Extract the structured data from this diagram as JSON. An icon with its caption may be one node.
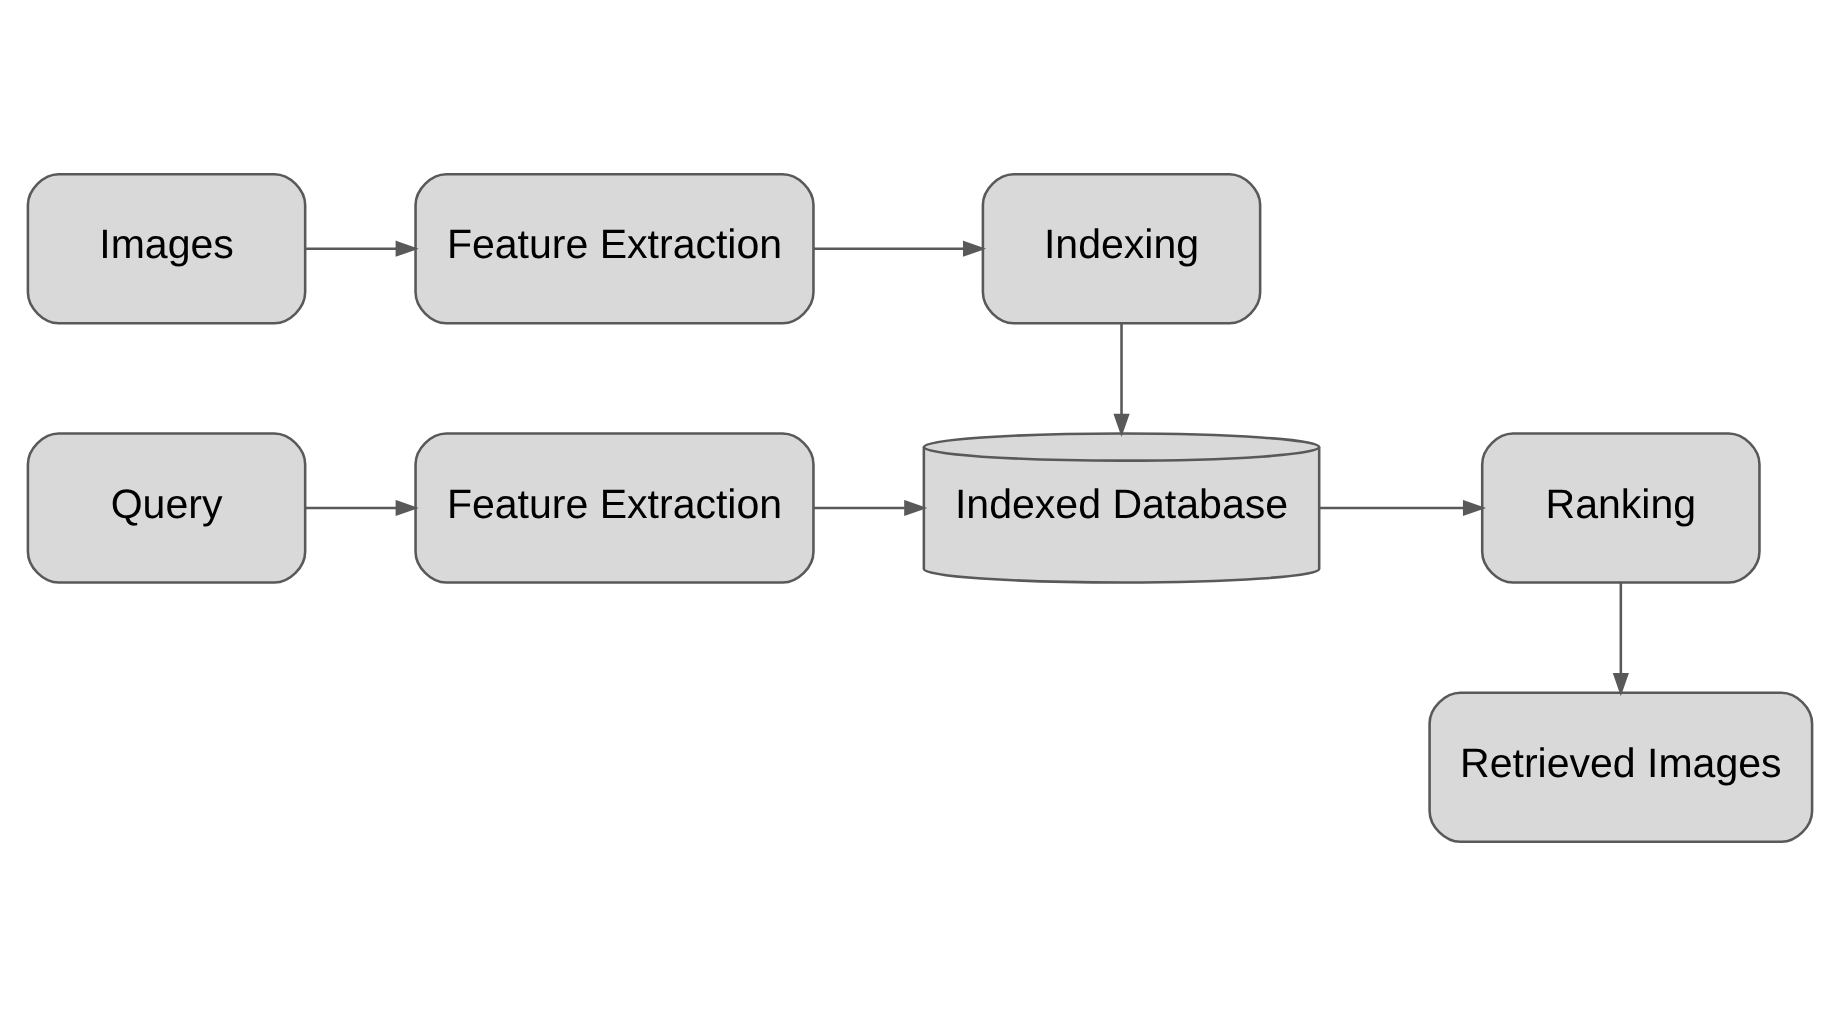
{
  "diagram": {
    "nodes": [
      {
        "text": [
          "Images"
        ]
      },
      {
        "text": [
          "Feature Extraction"
        ]
      },
      {
        "text": [
          "Indexing"
        ]
      },
      {
        "text": [
          "Indexed Database"
        ]
      },
      {
        "text": [
          "Ranking"
        ]
      },
      {
        "text": [
          "Query"
        ]
      },
      {
        "text": [
          "Feature Extraction"
        ]
      },
      {
        "text": [
          "Retrieved Images"
        ]
      }
    ],
    "edges": [
      {
        "from": 0,
        "to": 1,
        "arrow": "to"
      },
      {
        "from": 1,
        "to": 2,
        "arrow": "to"
      },
      {
        "from": 2,
        "to": 3,
        "arrow": "to"
      },
      {
        "from": 3,
        "to": 4,
        "arrow": "to"
      },
      {
        "from": 4,
        "to": 7,
        "arrow": "to"
      },
      {
        "from": 5,
        "to": 6,
        "arrow": "to"
      },
      {
        "from": 6,
        "to": 3,
        "arrow": "to"
      }
    ]
  }
}
